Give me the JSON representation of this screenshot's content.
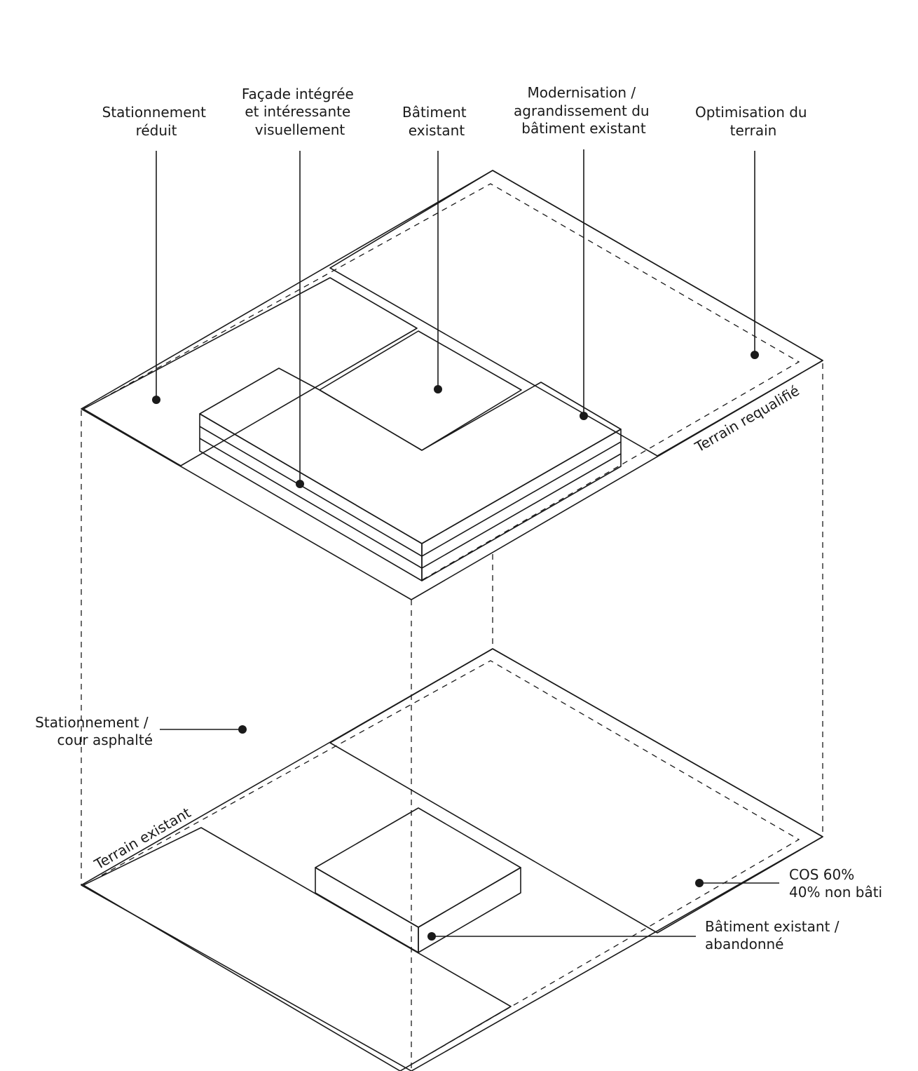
{
  "labels": {
    "stationnement_reduit": [
      "Stationnement",
      "réduit"
    ],
    "facade": [
      "Façade intégrée",
      "et intéressante",
      "visuellement"
    ],
    "batiment_existant_top": [
      "Bâtiment",
      "existant"
    ],
    "modernisation": [
      "Modernisation /",
      "agrandissement du",
      "bâtiment existant"
    ],
    "optimisation": [
      "Optimisation du",
      "terrain"
    ],
    "terrain_requalifie": "Terrain requalifié",
    "terrain_existant": "Terrain existant",
    "cos": [
      "COS 60%",
      "40% non bâti"
    ],
    "batiment_abandonne": [
      "Bâtiment existant /",
      "abandonné"
    ],
    "stationnement_cour": [
      "Stationnement /",
      "cour asphalté"
    ]
  },
  "colors": {
    "green": "#d4e6d7",
    "grey": "#efefef",
    "pink_top": "#f8c9d0",
    "pink_side": "#f19aa7",
    "pink_light": "#f7c1ca",
    "line": "#1a1a1a",
    "white": "#ffffff"
  }
}
